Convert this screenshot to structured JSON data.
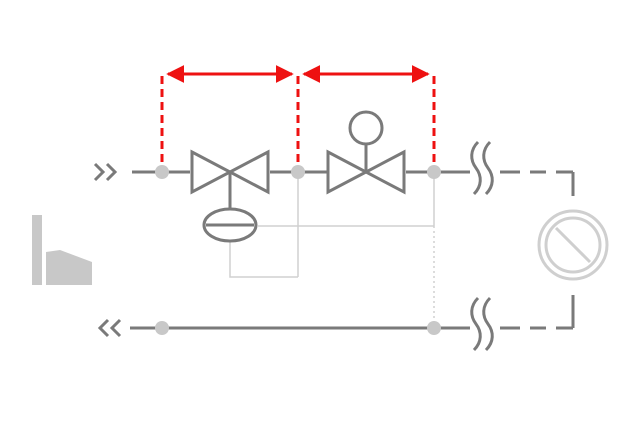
{
  "diagram": {
    "colors": {
      "pipe": "#7a7a7a",
      "thin_line": "#d0d0d0",
      "node": "#c8c8c8",
      "dimension": "#ee1111",
      "building": "#c8c8c8",
      "consumer": "#cfcfcf"
    },
    "icons": {
      "flow_in": "double-chevron-right-icon",
      "flow_out": "double-chevron-left-icon",
      "building": "building-icon",
      "pipe_break": "pipe-break-icon",
      "consumer": "consumer-circle-slash-icon",
      "valve": "two-way-valve-icon",
      "actuator": "valve-actuator-icon"
    },
    "dimension_spans": 2,
    "supply_nodes": 3,
    "return_nodes": 2
  }
}
